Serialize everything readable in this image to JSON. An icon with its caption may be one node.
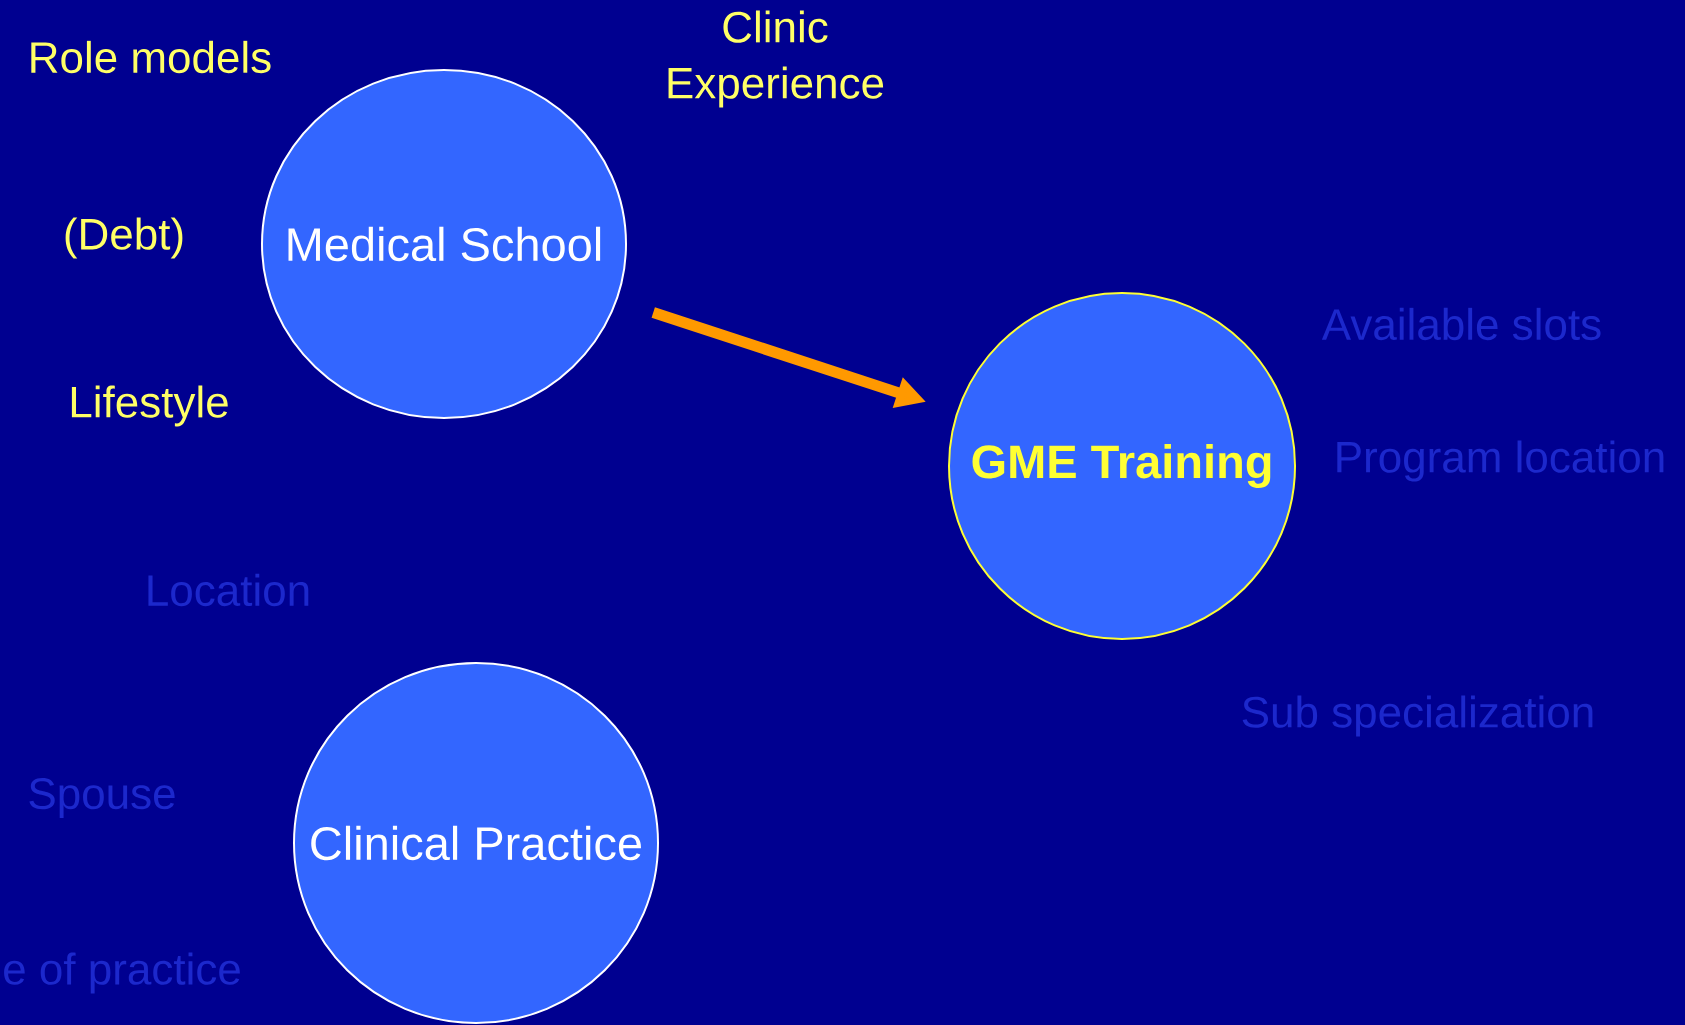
{
  "diagram": {
    "nodes": [
      {
        "text": [
          "Medical School"
        ]
      },
      {
        "text": [
          "GME Training"
        ]
      },
      {
        "text": [
          "Clinical Practice"
        ]
      }
    ],
    "edges": [
      {
        "from": 0,
        "to": 1,
        "arrow": "to",
        "color": "#ff9900"
      }
    ],
    "labels": [
      "Role models",
      "Clinic Experience",
      "(Debt)",
      "Available slots",
      "Lifestyle",
      "Program location",
      "Location",
      "Sub specialization",
      "Spouse",
      "e of practice"
    ]
  }
}
